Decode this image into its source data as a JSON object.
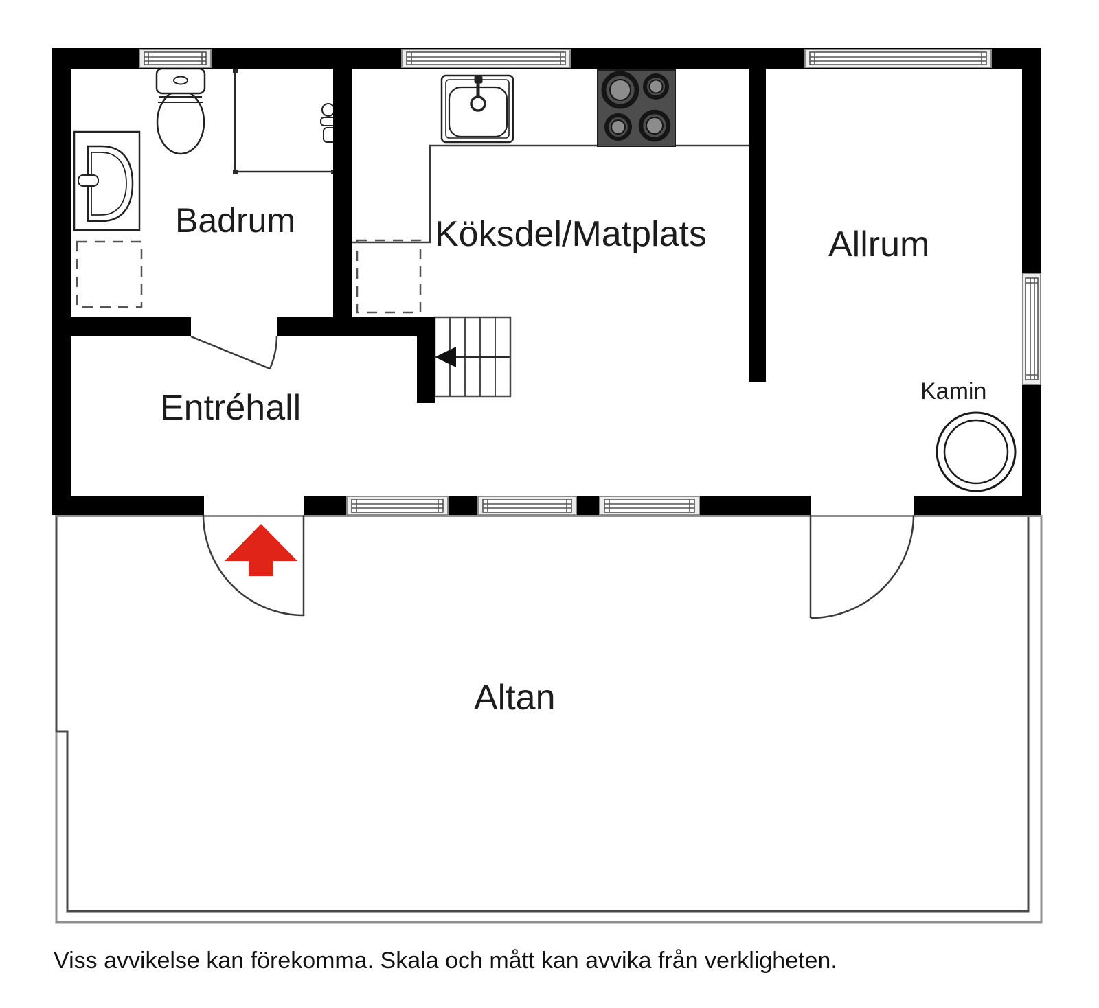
{
  "plan": {
    "title_note": "floor plan",
    "rooms": [
      {
        "label": "Badrum"
      },
      {
        "label": "Köksdel/Matplats"
      },
      {
        "label": "Allrum"
      },
      {
        "label": "Entréhall"
      },
      {
        "label": "Altan"
      }
    ],
    "fireplace_label": "Kamin",
    "disclaimer": "Viss avvikelse kan förekomma. Skala och mått kan avvika från verkligheten.",
    "colors": {
      "wall": "#000000",
      "entrance_arrow": "#e02417",
      "stove_body": "#4d4d4d",
      "burner_ring": "#151515",
      "burner_disc": "#8c8c8c",
      "thin_line": "#3c3c3c",
      "deck_outer_line": "#8f8f8f",
      "deck_inner_line": "#4a4a4a"
    },
    "fixtures": [
      "toilet",
      "bathroom-sink",
      "shower",
      "washer-placeholder-dashed",
      "kitchen-sink",
      "stove",
      "appliance-placeholder-dashed",
      "stairs",
      "fireplace",
      "entrance-door",
      "terrace-door",
      "bathroom-door"
    ]
  }
}
